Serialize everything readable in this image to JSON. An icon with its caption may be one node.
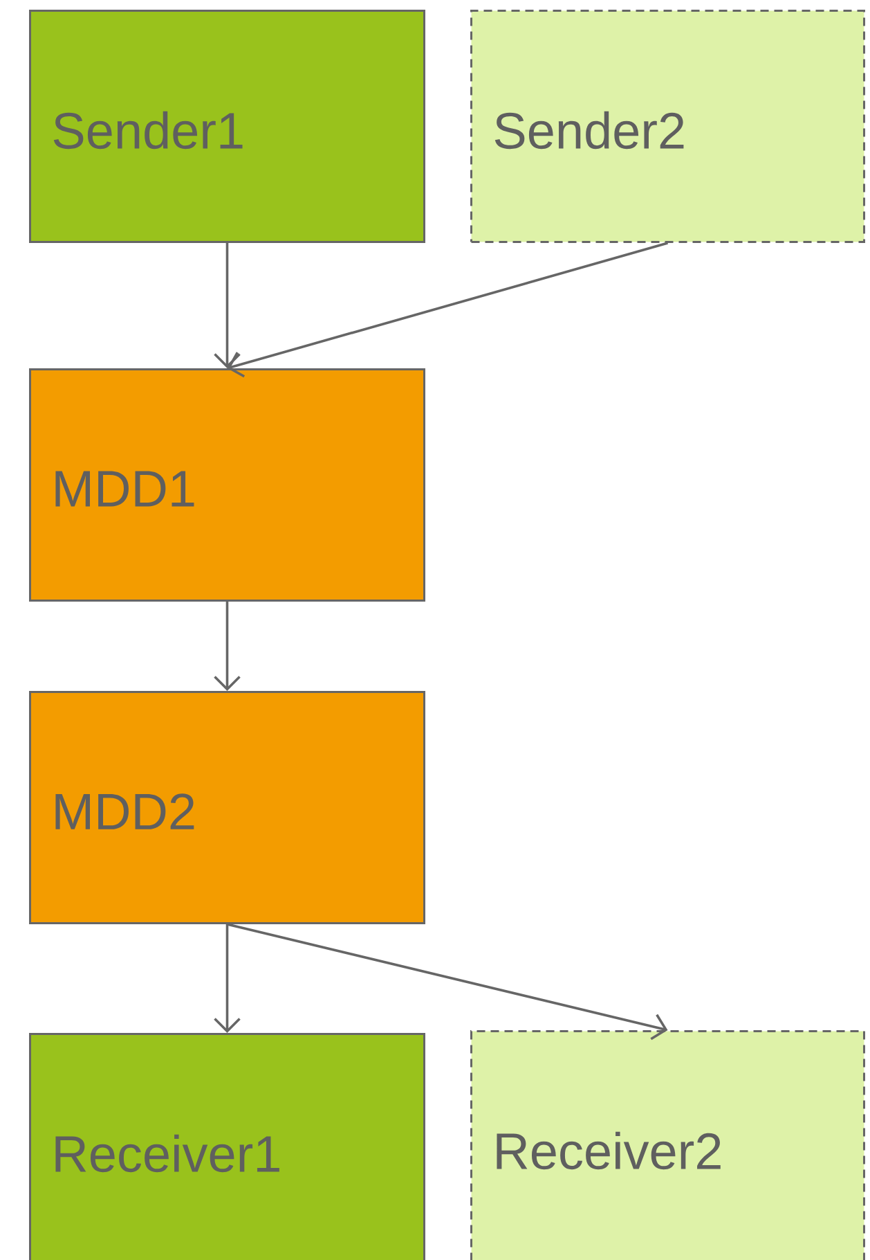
{
  "diagram": {
    "nodes": [
      {
        "text": [
          "Sender1"
        ]
      },
      {
        "text": [
          "Sender2"
        ]
      },
      {
        "text": [
          "MDD1"
        ]
      },
      {
        "text": [
          "MDD2"
        ]
      },
      {
        "text": [
          "Receiver1"
        ]
      },
      {
        "text": [
          "Receiver2"
        ]
      }
    ],
    "edges": [
      {
        "from": 0,
        "to": 2,
        "arrow": "to"
      },
      {
        "from": 1,
        "to": 2,
        "arrow": "to"
      },
      {
        "from": 2,
        "to": 3,
        "arrow": "to"
      },
      {
        "from": 3,
        "to": 4,
        "arrow": "to"
      },
      {
        "from": 3,
        "to": 5,
        "arrow": "to"
      }
    ]
  }
}
